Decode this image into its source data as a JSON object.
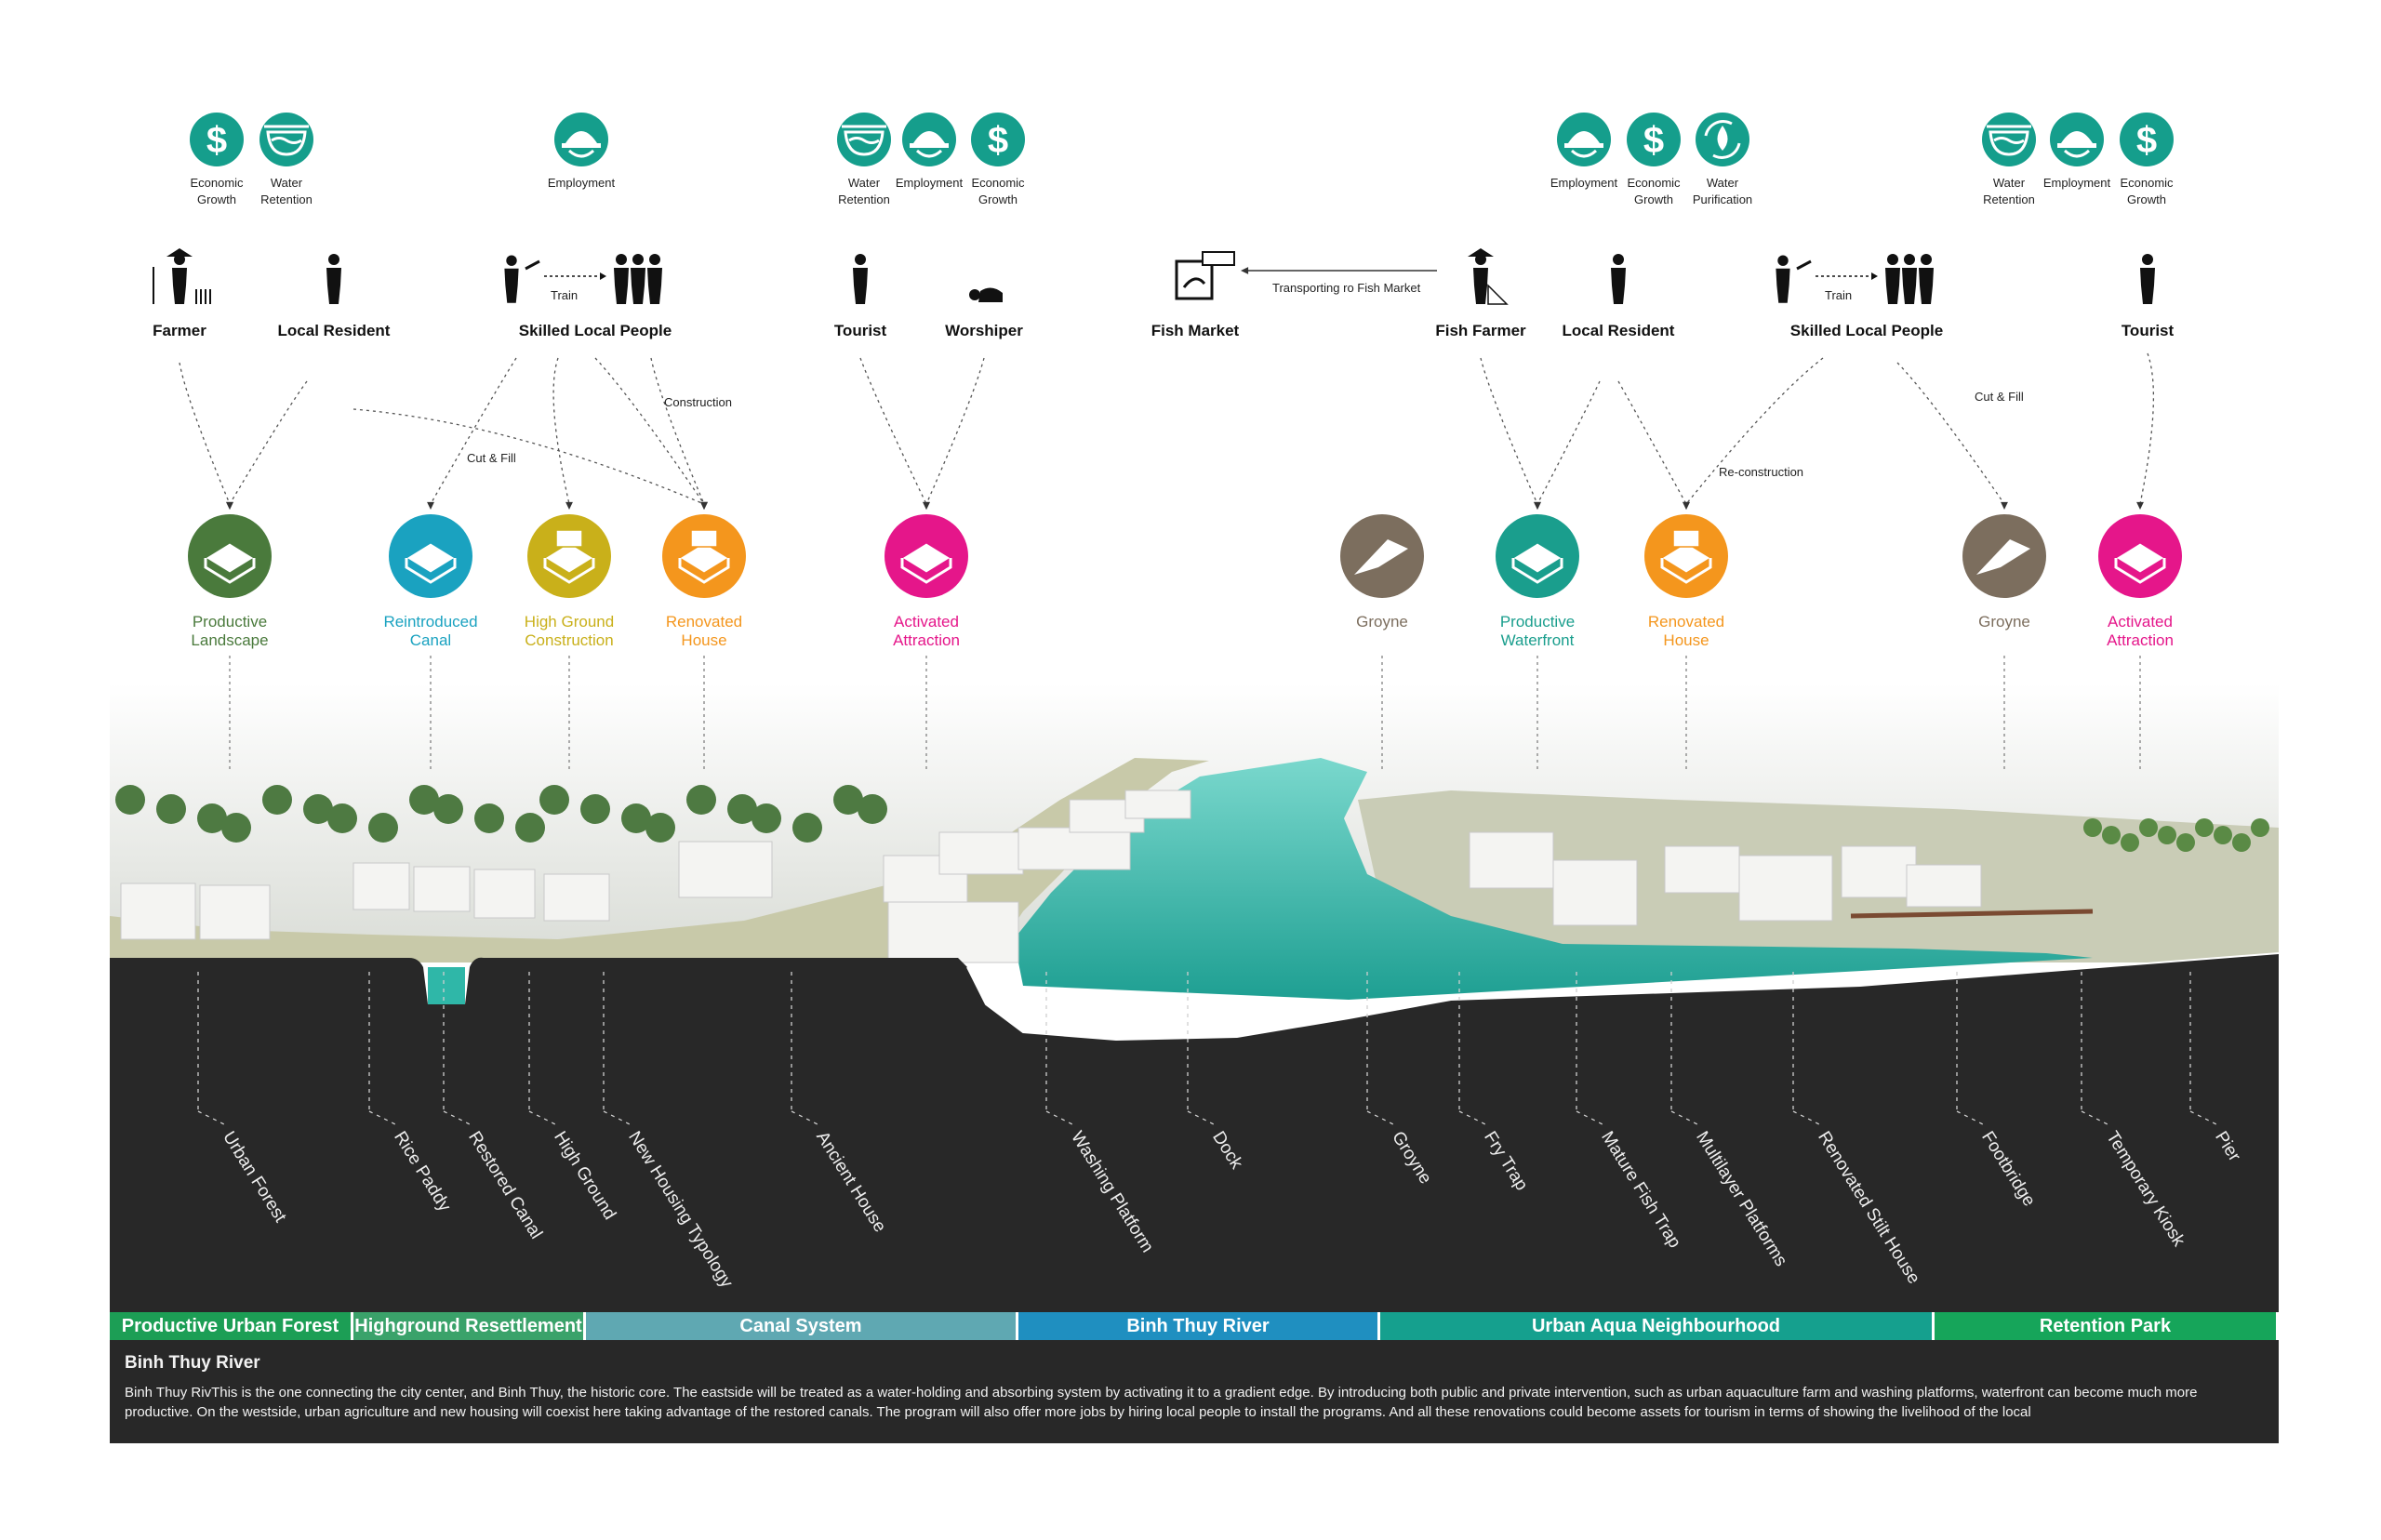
{
  "benefit_groups": [
    {
      "icons": [
        {
          "icon": "dollar-icon",
          "label": "Economic\nGrowth"
        },
        {
          "icon": "water-basin-icon",
          "label": "Water\nRetention"
        }
      ]
    },
    {
      "icons": [
        {
          "icon": "hard-hat-icon",
          "label": "Employment"
        }
      ]
    },
    {
      "icons": [
        {
          "icon": "water-basin-icon",
          "label": "Water\nRetention"
        },
        {
          "icon": "hard-hat-icon",
          "label": "Employment"
        },
        {
          "icon": "dollar-icon",
          "label": "Economic\nGrowth"
        }
      ]
    },
    {
      "icons": [
        {
          "icon": "hard-hat-icon",
          "label": "Employment"
        },
        {
          "icon": "dollar-icon",
          "label": "Economic\nGrowth"
        },
        {
          "icon": "water-drop-cycle-icon",
          "label": "Water\nPurification"
        }
      ]
    },
    {
      "icons": [
        {
          "icon": "water-basin-icon",
          "label": "Water\nRetention"
        },
        {
          "icon": "hard-hat-icon",
          "label": "Employment"
        },
        {
          "icon": "dollar-icon",
          "label": "Economic\nGrowth"
        }
      ]
    }
  ],
  "actors": [
    {
      "label": "Farmer",
      "icon": "farmer-icon"
    },
    {
      "label": "Local Resident",
      "icon": "person-icon"
    },
    {
      "label": "Skilled Local People",
      "icon": "skilled-people-icon"
    },
    {
      "label": "Tourist",
      "icon": "person-icon"
    },
    {
      "label": "Worshiper",
      "icon": "worshiper-icon"
    },
    {
      "label": "Fish Market",
      "icon": "fish-market-icon"
    },
    {
      "label": "Fish Farmer",
      "icon": "fish-farmer-icon"
    },
    {
      "label": "Local Resident",
      "icon": "person-icon"
    },
    {
      "label": "Skilled Local People",
      "icon": "skilled-people-icon"
    },
    {
      "label": "Tourist",
      "icon": "person-icon"
    }
  ],
  "connector_labels": {
    "train_1": "Train",
    "train_2": "Train",
    "transport": "Transporting ro Fish Market",
    "cut_fill_1": "Cut & Fill",
    "construction": "Construction",
    "cut_fill_2": "Cut & Fill",
    "reconstruction": "Re-construction"
  },
  "interventions": [
    {
      "label": "Productive\nLandscape",
      "color": "#4a7a3c",
      "icon": "productive-landscape-icon"
    },
    {
      "label": "Reintroduced\nCanal",
      "color": "#1aa2c0",
      "icon": "canal-icon"
    },
    {
      "label": "High Ground\nConstruction",
      "color": "#c9b01a",
      "icon": "high-ground-icon"
    },
    {
      "label": "Renovated\nHouse",
      "color": "#f4961d",
      "icon": "house-icon"
    },
    {
      "label": "Activated\nAttraction",
      "color": "#e5168a",
      "icon": "attraction-icon"
    },
    {
      "label": "Groyne",
      "color": "#7c6e5e",
      "icon": "groyne-icon"
    },
    {
      "label": "Productive\nWaterfront",
      "color": "#1a9e8d",
      "icon": "waterfront-icon"
    },
    {
      "label": "Renovated\nHouse",
      "color": "#f4961d",
      "icon": "house-icon"
    },
    {
      "label": "Groyne",
      "color": "#7c6e5e",
      "icon": "groyne-icon"
    },
    {
      "label": "Activated\nAttraction",
      "color": "#e5168a",
      "icon": "attraction-icon"
    }
  ],
  "features": [
    "Urban Forest",
    "Rice Paddy",
    "Restored Canal",
    "High Ground",
    "New Housing Typology",
    "Ancient House",
    "Washing Platform",
    "Dock",
    "Groyne",
    "Fry Trap",
    "Mature Fish Trap",
    "Multilayer Platforms",
    "Renovated Stilt House",
    "Footbridge",
    "Temporary Kiosk",
    "Pier"
  ],
  "zones": [
    {
      "label": "Productive Urban Forest",
      "color": "#1c9e55"
    },
    {
      "label": "Highground Resettlement",
      "color": "#3aa26a"
    },
    {
      "label": "Canal System",
      "color": "#5fa8b2"
    },
    {
      "label": "Binh Thuy River",
      "color": "#1f8fc0"
    },
    {
      "label": "Urban Aqua Neighbourhood",
      "color": "#15a08e"
    },
    {
      "label": "Retention Park",
      "color": "#16a55a"
    }
  ],
  "info": {
    "title": "Binh Thuy River",
    "body": "Binh Thuy RivThis is the one connecting the city center, and Binh Thuy, the historic core. The eastside will be treated as a water-holding and absorbing system by activating it to a gradient edge. By introducing both public and private intervention, such as urban aquaculture farm and washing platforms, waterfront can become much more productive. On the westside,  urban agriculture and new housing will coexist here taking advantage of the restored canals. The program will also offer more jobs by hiring local people to install the programs. And all these renovations could become assets for tourism in terms of showing the livelihood of the local"
  },
  "colors": {
    "benefit": "#159e8c",
    "section_fill": "#282828",
    "water": "#2fb7a8",
    "zone_bar": "#1c9e55"
  }
}
